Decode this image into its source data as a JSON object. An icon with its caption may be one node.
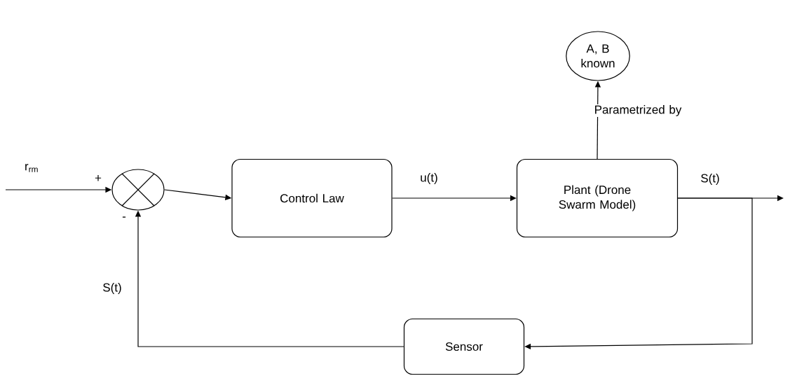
{
  "diagram": {
    "nodes": [
      {
        "text": [],
        "shape": "circle"
      },
      {
        "text": [
          "Control Law"
        ]
      },
      {
        "text": [
          "Plant (Drone Swarm Model)"
        ]
      },
      {
        "text": [
          "A, B known"
        ]
      },
      {
        "text": [
          "Sensor"
        ]
      }
    ],
    "edges": [
      {
        "from": null,
        "to": 0,
        "arrow": "to",
        "label": "r$_{rm}$"
      },
      {
        "from": 0,
        "to": 1,
        "arrow": "to"
      },
      {
        "from": 1,
        "to": 2,
        "arrow": "to",
        "label": "u(t)"
      },
      {
        "from": 2,
        "to": 3,
        "arrow": "to",
        "label": "Parametrized by"
      },
      {
        "from": 2,
        "to": null,
        "arrow": "to",
        "label": "S(t)"
      },
      {
        "from": 2,
        "to": 4,
        "arrow": "to"
      },
      {
        "from": 4,
        "to": 0,
        "arrow": "to",
        "label": "S(t)"
      }
    ],
    "labels": [
      "+",
      "-"
    ]
  }
}
